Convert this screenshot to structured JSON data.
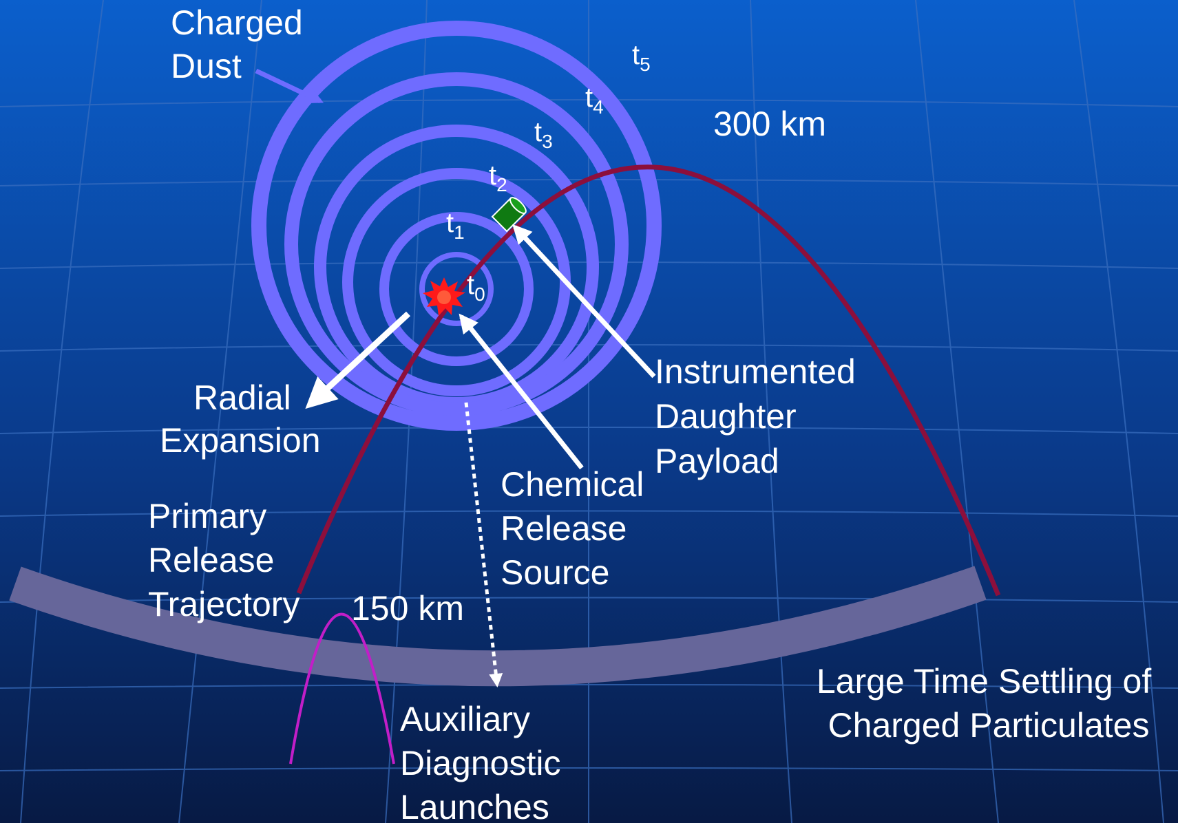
{
  "labels": {
    "charged_dust": [
      "Charged",
      "Dust"
    ],
    "altitude_high": "300 km",
    "altitude_low": "150 km",
    "radial_expansion": [
      "Radial",
      "Expansion"
    ],
    "instrumented_payload": [
      "Instrumented",
      "Daughter",
      "Payload"
    ],
    "chemical_release": [
      "Chemical",
      "Release",
      "Source"
    ],
    "primary_trajectory": [
      "Primary",
      "Release",
      "Trajectory"
    ],
    "auxiliary_launches": [
      "Auxiliary",
      "Diagnostic",
      "Launches"
    ],
    "settling": [
      "Large Time Settling of",
      "Charged Particulates"
    ]
  },
  "time_markers": [
    {
      "base": "t",
      "sub": "0"
    },
    {
      "base": "t",
      "sub": "1"
    },
    {
      "base": "t",
      "sub": "2"
    },
    {
      "base": "t",
      "sub": "3"
    },
    {
      "base": "t",
      "sub": "4"
    },
    {
      "base": "t",
      "sub": "5"
    }
  ],
  "colors": {
    "background_top": "#0b5fcc",
    "background_bottom": "#071a44",
    "grid": "#3a6fc0",
    "dust_rings": "#6f6cff",
    "primary_trajectory": "#8c0f3c",
    "auxiliary_trajectory": "#c21ec8",
    "ionosphere_band": "#66669a",
    "payload": "#0f7a12",
    "release_burst": "#ff1a1a",
    "arrows": "#ffffff"
  },
  "icons": {
    "payload": "cylinder-payload-icon",
    "release": "starburst-explosion-icon"
  }
}
